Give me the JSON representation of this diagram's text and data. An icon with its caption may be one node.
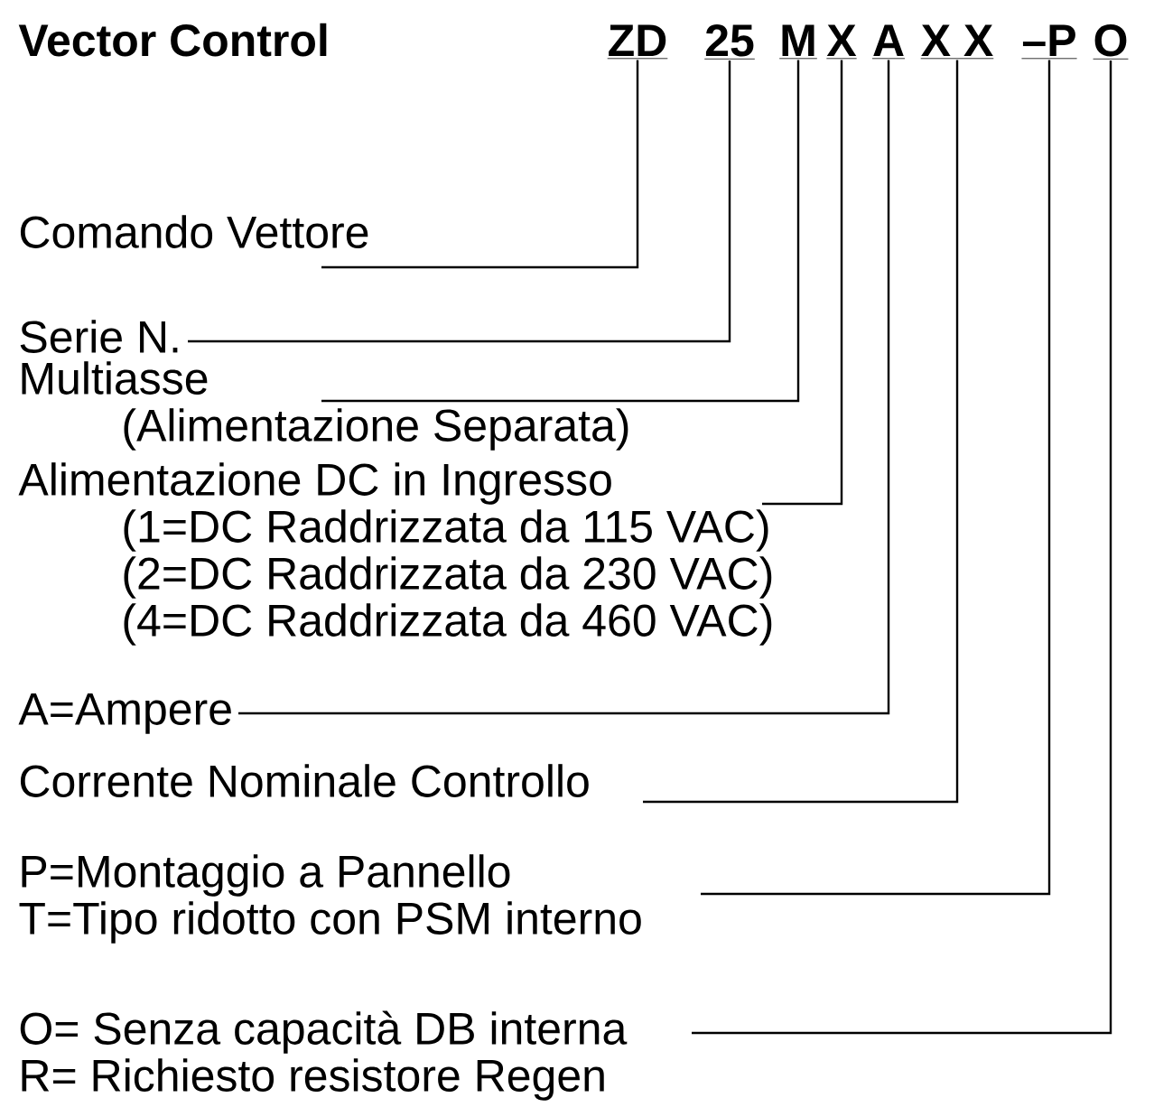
{
  "diagram": {
    "title": "Vector Control",
    "nodes": [
      {
        "text": [
          "ZD"
        ]
      },
      {
        "text": [
          "25"
        ]
      },
      {
        "text": [
          "M"
        ]
      },
      {
        "text": [
          "X"
        ]
      },
      {
        "text": [
          "A"
        ]
      },
      {
        "text": [
          "X X"
        ]
      },
      {
        "text": [
          "–P"
        ]
      },
      {
        "text": [
          "O"
        ]
      },
      {
        "text": [
          "Comando Vettore"
        ]
      },
      {
        "text": [
          "Serie N."
        ]
      },
      {
        "text": [
          "Multiasse",
          "(Alimentazione Separata)"
        ]
      },
      {
        "text": [
          "Alimentazione DC in Ingresso",
          "(1=DC Raddrizzata da 115 VAC)",
          "(2=DC Raddrizzata da 230 VAC)",
          "(4=DC Raddrizzata da 460 VAC)"
        ]
      },
      {
        "text": [
          "A=Ampere"
        ]
      },
      {
        "text": [
          "Corrente Nominale Controllo"
        ]
      },
      {
        "text": [
          "P=Montaggio a Pannello",
          "T=Tipo ridotto con PSM interno"
        ]
      },
      {
        "text": [
          "O= Senza capacità DB interna",
          "R= Richiesto resistore Regen"
        ]
      }
    ],
    "edges": [
      {
        "from": 8,
        "to": 0,
        "arrow": "none"
      },
      {
        "from": 9,
        "to": 1,
        "arrow": "none"
      },
      {
        "from": 10,
        "to": 2,
        "arrow": "none"
      },
      {
        "from": 11,
        "to": 3,
        "arrow": "none"
      },
      {
        "from": 12,
        "to": 4,
        "arrow": "none"
      },
      {
        "from": 13,
        "to": 5,
        "arrow": "none"
      },
      {
        "from": 14,
        "to": 6,
        "arrow": "none"
      },
      {
        "from": 15,
        "to": 7,
        "arrow": "none"
      }
    ]
  }
}
